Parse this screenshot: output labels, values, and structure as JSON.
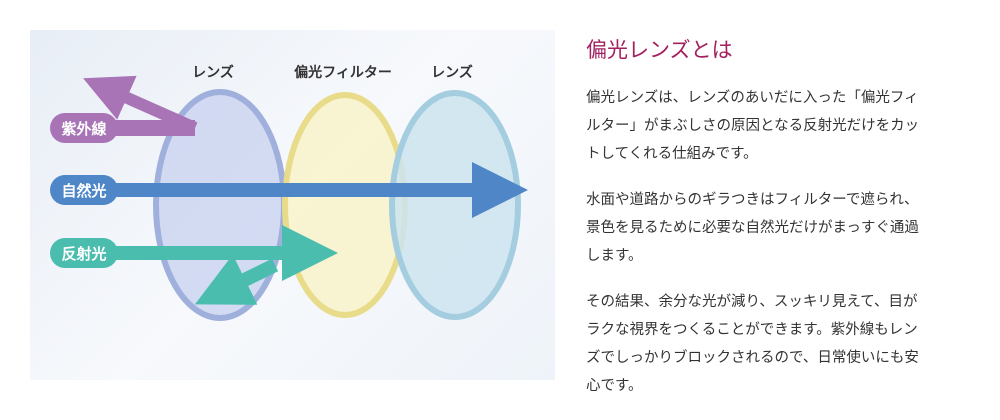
{
  "diagram": {
    "labels": {
      "lens_left": "レンズ",
      "filter": "偏光フィルター",
      "lens_right": "レンズ"
    },
    "pills": {
      "uv": "紫外線",
      "natural": "自然光",
      "reflected": "反射光"
    },
    "colors": {
      "uv": "#a874b6",
      "natural": "#4e86c8",
      "reflected": "#4bbdaf",
      "heading": "#a3205f"
    }
  },
  "article": {
    "title": "偏光レンズとは",
    "paragraphs": [
      [
        "偏光レンズは、レンズのあいだに入った「偏光フィ",
        "ルター」がまぶしさの原因となる反射光だけをカッ",
        "トしてくれる仕組みです。"
      ],
      [
        "水面や道路からのギラつきはフィルターで遮られ、",
        "景色を見るために必要な自然光だけがまっすぐ通過",
        "します。"
      ],
      [
        "その結果、余分な光が減り、スッキリ見えて、目が",
        "ラクな視界をつくることができます。紫外線もレン",
        "ズでしっかりブロックされるので、日常使いにも安",
        "心です。"
      ]
    ]
  }
}
